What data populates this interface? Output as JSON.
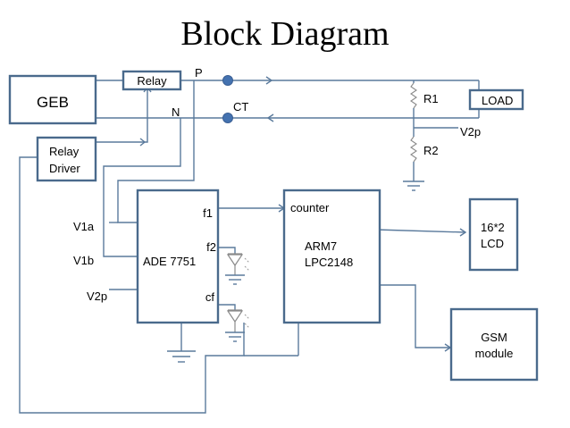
{
  "title": "Block Diagram",
  "blocks": {
    "geb": "GEB",
    "relay": "Relay",
    "relay_driver": [
      "Relay",
      "Driver"
    ],
    "load": "LOAD",
    "ade": "ADE 7751",
    "arm": [
      "ARM7",
      "LPC2148"
    ],
    "counter": "counter",
    "lcd": [
      "16*2",
      "LCD"
    ],
    "gsm": [
      "GSM",
      "module"
    ]
  },
  "labels": {
    "p": "P",
    "n": "N",
    "ct": "CT",
    "r1": "R1",
    "r2": "R2",
    "v2p_right": "V2p",
    "v1a": "V1a",
    "v1b": "V1b",
    "v2p_left": "V2p",
    "f1": "f1",
    "f2": "f2",
    "cf": "cf"
  },
  "colors": {
    "box_stroke": "#4a6a8c",
    "wire": "#5a7a9c",
    "node_fill": "#4472b0"
  }
}
